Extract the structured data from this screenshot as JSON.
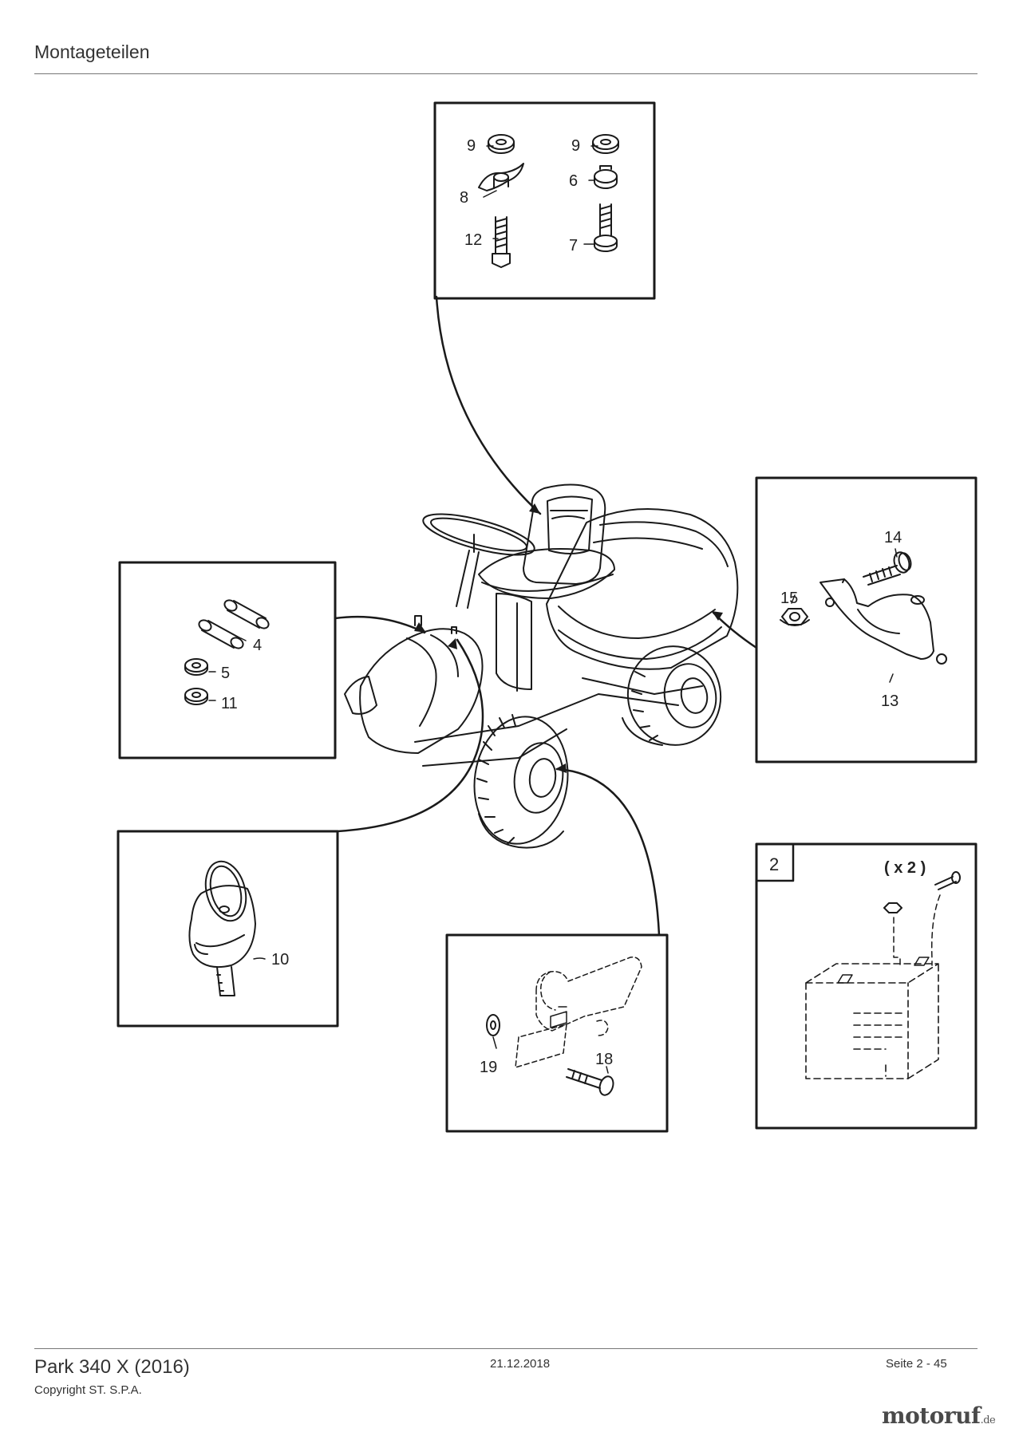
{
  "header": {
    "title": "Montageteilen"
  },
  "callouts": {
    "top": {
      "left_upper": "9",
      "left_mid": "8",
      "left_bolt": "12",
      "right_upper": "9",
      "right_mid": "6",
      "right_bolt": "7"
    },
    "left": {
      "pins": "4",
      "washer": "5",
      "washer2": "11"
    },
    "key": {
      "key": "10"
    },
    "bracket": {
      "bolt": "14",
      "nut": "15",
      "bracket": "13"
    },
    "wheel": {
      "washer": "19",
      "bolt": "18"
    },
    "battery": {
      "variant": "2",
      "quantity": "( x 2 )"
    }
  },
  "footer": {
    "model": "Park 340 X (2016)",
    "copyright": "Copyright ST. S.P.A.",
    "date": "21.12.2018",
    "page": "Seite 2 - 45",
    "logo_main": "motoruf",
    "logo_suffix": ".de"
  },
  "colors": {
    "line": "#1a1a1a",
    "rule": "#777777",
    "logo_dot_red": "#d33c2e",
    "logo_dot_orange": "#f0a020"
  }
}
